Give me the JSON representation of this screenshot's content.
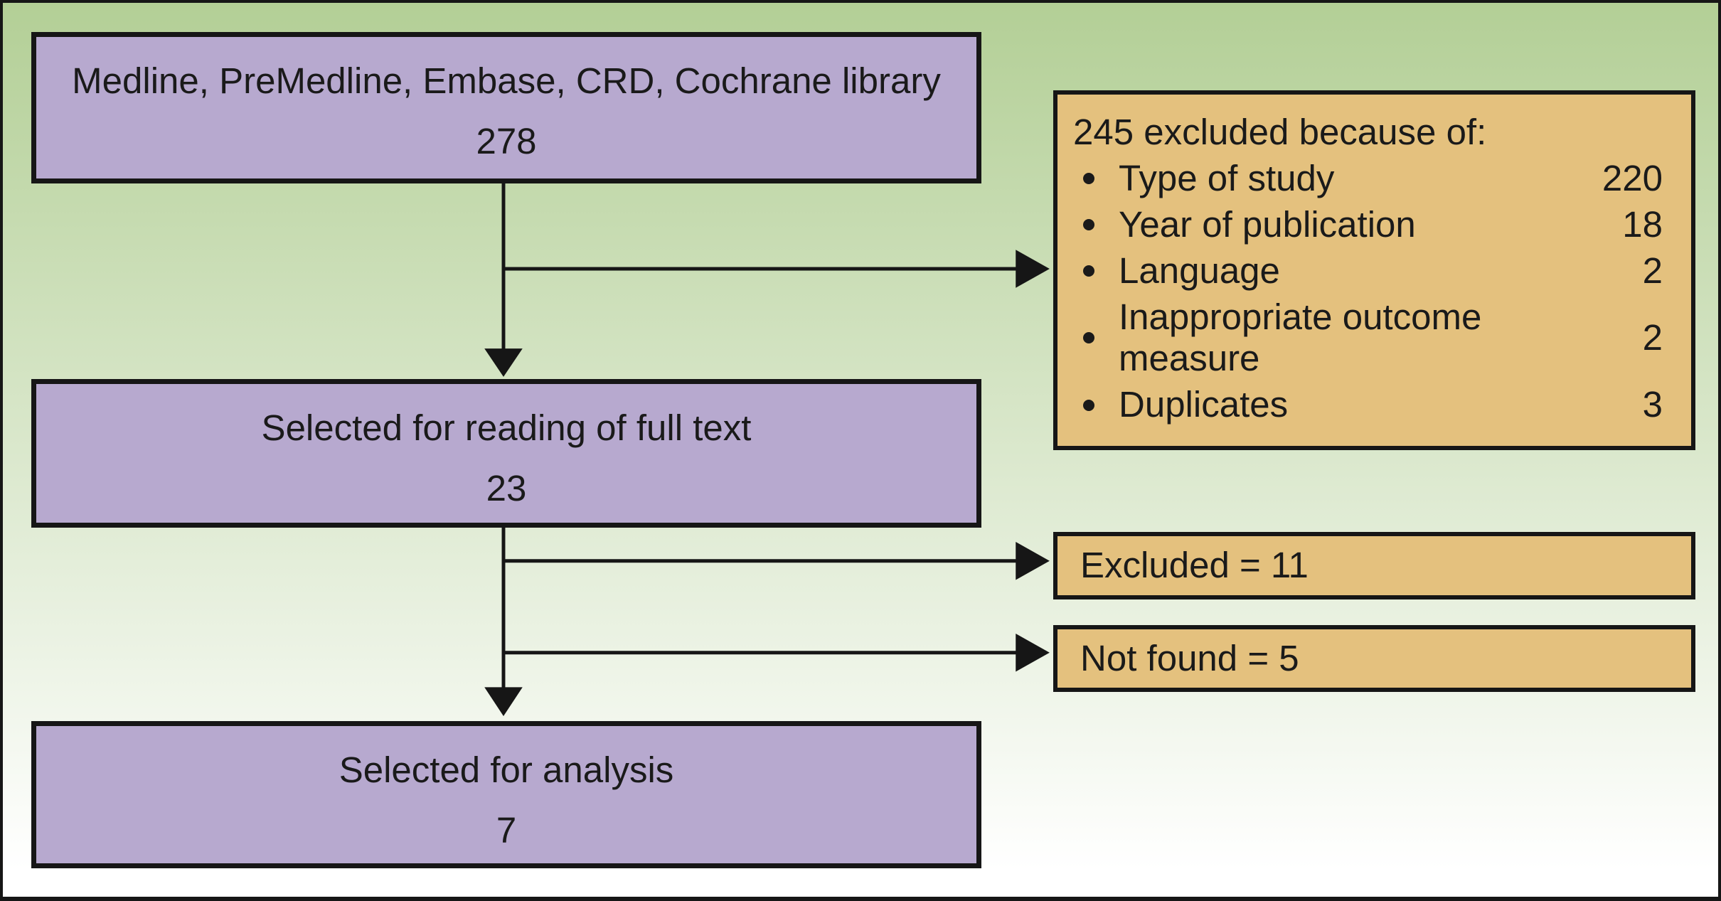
{
  "colors": {
    "purple": "#b7a9cf",
    "orange": "#e4c17e",
    "green-top": "#b3cf96",
    "border": "#161616",
    "text": "#1a1a1a"
  },
  "flow": {
    "sources": {
      "title": "Medline, PreMedline, Embase, CRD, Cochrane library",
      "count": "278"
    },
    "full_text": {
      "title": "Selected for reading of full text",
      "count": "23"
    },
    "analysis": {
      "title": "Selected for analysis",
      "count": "7"
    },
    "exclusions": {
      "title": "245 excluded because of:",
      "items": [
        {
          "label": "Type of study",
          "count": "220"
        },
        {
          "label": "Year of publication",
          "count": "18"
        },
        {
          "label": "Language",
          "count": "2"
        },
        {
          "label": "Inappropriate outcome measure",
          "count": "2"
        },
        {
          "label": "Duplicates",
          "count": "3"
        }
      ]
    },
    "excluded": {
      "label": "Excluded = 11"
    },
    "not_found": {
      "label": "Not found = 5"
    }
  }
}
